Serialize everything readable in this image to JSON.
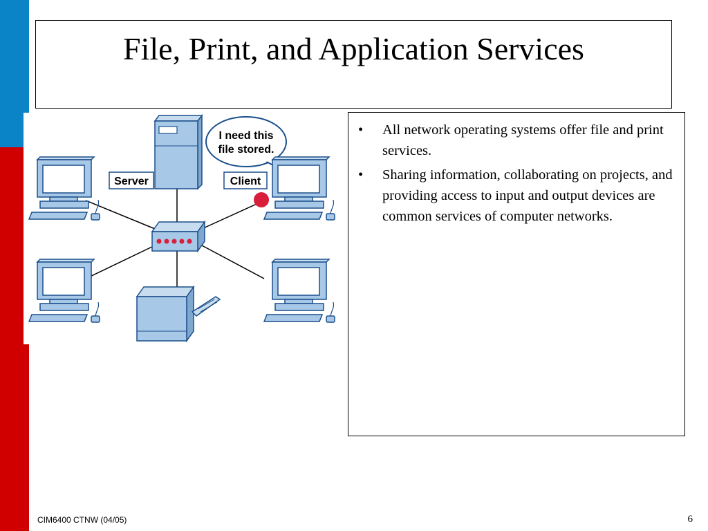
{
  "slide": {
    "title": "File, Print, and Application Services",
    "bullets": [
      "All network operating systems offer file and print services.",
      "Sharing information, collaborating on projects, and providing access to input and output devices are common services of computer networks."
    ],
    "bullet_glyph": "•",
    "footer_left": "CIM6400 CTNW (04/05)",
    "page_number": "6"
  },
  "diagram": {
    "server_label": "Server",
    "client_label": "Client",
    "speech_line1": "I need this",
    "speech_line2": "file stored."
  },
  "colors": {
    "accent_blue": "#0a84c6",
    "accent_red": "#d00000",
    "device_fill": "#a8c8e8",
    "device_stroke": "#1a4f8a"
  }
}
